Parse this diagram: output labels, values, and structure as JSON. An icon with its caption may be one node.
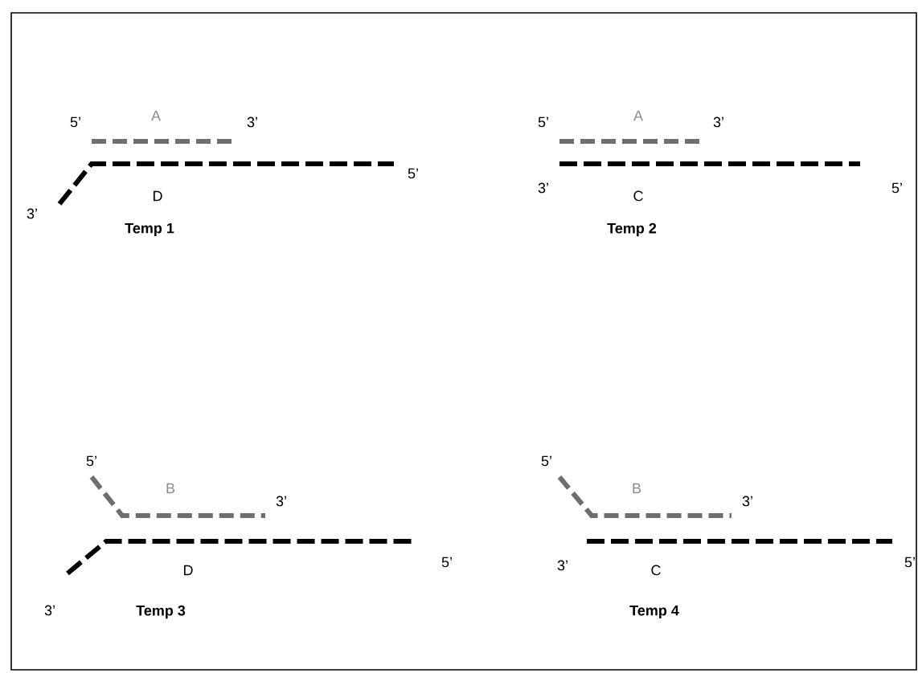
{
  "diagram": {
    "labels": [
      "5’",
      "A",
      "3’",
      "5’",
      "3’",
      "D",
      "Temp 1",
      "5’",
      "A",
      "3’",
      "3’",
      "C",
      "5’",
      "Temp 2",
      "5’",
      "B",
      "3’",
      "3’",
      "D",
      "5’",
      "Temp 3",
      "5’",
      "B",
      "3’",
      "3’",
      "C",
      "5’",
      "Temp 4"
    ]
  }
}
